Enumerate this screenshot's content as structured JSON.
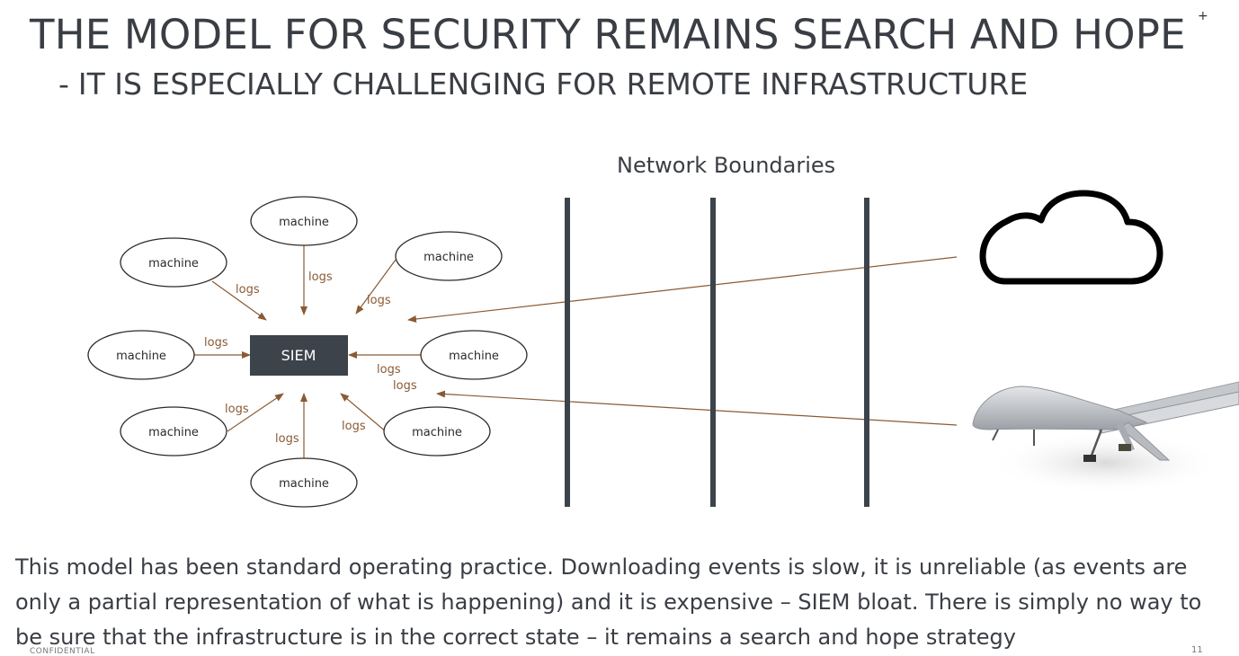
{
  "slide": {
    "title": "THE MODEL FOR SECURITY REMAINS SEARCH AND HOPE",
    "subtitle_dash": "-",
    "subtitle": "IT IS ESPECIALLY CHALLENGING FOR REMOTE INFRASTRUCTURE",
    "corner_mark": "+",
    "footer_left": "CONFIDENTIAL",
    "page_number": "11"
  },
  "diagram": {
    "hub_label": "SIEM",
    "node_label": "machine",
    "edge_label": "logs",
    "boundaries_label": "Network Boundaries",
    "nodes": [
      {
        "id": "machine-top",
        "label": "machine"
      },
      {
        "id": "machine-top-left",
        "label": "machine"
      },
      {
        "id": "machine-top-right",
        "label": "machine"
      },
      {
        "id": "machine-left",
        "label": "machine"
      },
      {
        "id": "machine-right",
        "label": "machine"
      },
      {
        "id": "machine-bottom-left",
        "label": "machine"
      },
      {
        "id": "machine-bottom-right",
        "label": "machine"
      },
      {
        "id": "machine-bottom",
        "label": "machine"
      }
    ],
    "remote_assets": [
      {
        "name": "cloud",
        "icon": "cloud-icon"
      },
      {
        "name": "drone",
        "icon": "drone-icon"
      }
    ],
    "colors": {
      "hub_fill": "#3d434b",
      "arrow": "#8a5a34",
      "boundary": "#3d434b"
    }
  },
  "body": {
    "text": "This model has been standard operating practice. Downloading events is slow, it is unreliable (as events are only a partial representation of what is happening) and it is expensive – SIEM bloat. There is simply no way to be sure that the infrastructure is in the correct state – it remains a search and hope strategy"
  }
}
